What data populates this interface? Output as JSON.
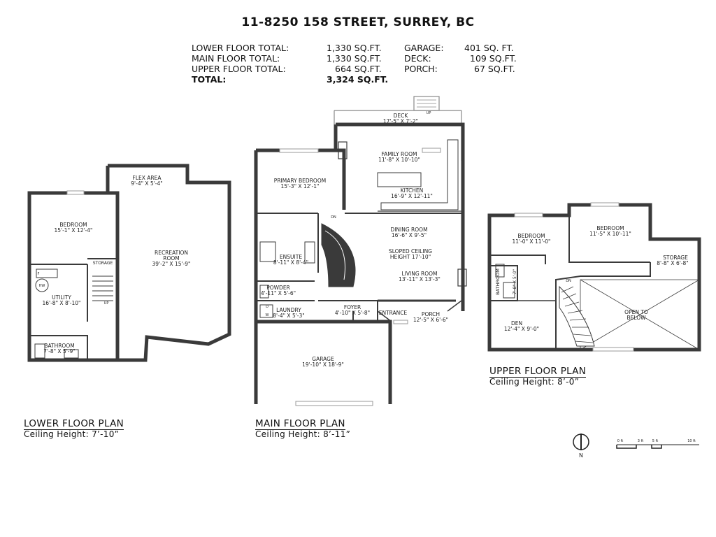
{
  "header": {
    "address": "11-8250 158 STREET, SURREY, BC"
  },
  "totals": {
    "rows": [
      {
        "label": "LOWER FLOOR TOTAL:",
        "value": "1,330 SQ.FT.",
        "label2": "GARAGE:",
        "value2": "401 SQ. FT."
      },
      {
        "label": "MAIN FLOOR TOTAL:",
        "value": "1,330 SQ.FT.",
        "label2": "DECK:",
        "value2": "109 SQ.FT."
      },
      {
        "label": "UPPER FLOOR TOTAL:",
        "value": "664 SQ.FT.",
        "label2": "PORCH:",
        "value2": "67 SQ.FT."
      },
      {
        "label": "TOTAL:",
        "value": "3,324 SQ.FT.",
        "label2": "",
        "value2": ""
      }
    ]
  },
  "lower": {
    "title": "LOWER FLOOR PLAN",
    "ceiling": "Ceiling Height: 7’-10”",
    "rooms": {
      "flex_name": "FLEX AREA",
      "flex_dim": "9'-4\" X 5'-4\"",
      "bed_name": "BEDROOM",
      "bed_dim": "15'-1\" X 12'-4\"",
      "rec_name1": "RECREATION",
      "rec_name2": "ROOM",
      "rec_dim": "39'-2\" X 15'-9\"",
      "storage": "STORAGE",
      "util_name": "UTILITY",
      "util_dim": "16'-8\" X 8'-10\"",
      "hw": "HW",
      "f": "F",
      "up": "UP",
      "bath_name": "BATHROOM",
      "bath_dim": "7'-8\" X 5'-9\""
    }
  },
  "main": {
    "title": "MAIN FLOOR PLAN",
    "ceiling": "Ceiling Height: 8’-11”",
    "rooms": {
      "deck_name": "DECK",
      "deck_dim": "17'-5\" X 7'-2\"",
      "up": "UP",
      "family_name": "FAMILY ROOM",
      "family_dim": "11'-8\" X 10'-10\"",
      "primary_name": "PRIMARY BEDROOM",
      "primary_dim": "15'-3\" X 12'-1\"",
      "kitchen_name": "KITCHEN",
      "kitchen_dim": "16'-9\" X 12'-11\"",
      "dining_name": "DINING ROOM",
      "dining_dim": "16'-6\" X 9'-5\"",
      "sloped1": "SLOPED CEILING",
      "sloped2": "HEIGHT 17'-10\"",
      "ensuite_name": "ENSUITE",
      "ensuite_dim": "8'-11\" X 8'-4\"",
      "living_name": "LIVING ROOM",
      "living_dim": "13'-11\" X 13'-3\"",
      "powder_name": "POWDER",
      "powder_dim": "4'-11\" X 5'-6\"",
      "laundry_name": "LAUNDRY",
      "laundry_dim": "8'-4\" X 5'-3\"",
      "foyer_name": "FOYER",
      "foyer_dim": "4'-10\" X 5'-8\"",
      "entrance": "ENTRANCE",
      "porch_name": "PORCH",
      "porch_dim": "12'-5\" X 6'-6\"",
      "garage_name": "GARAGE",
      "garage_dim": "19'-10\" X 18'-9\"",
      "dn": "DN",
      "d": "D",
      "w": "W"
    }
  },
  "upper": {
    "title": "UPPER FLOOR PLAN",
    "ceiling": "Ceiling Height: 8’-0”",
    "rooms": {
      "bed1_name": "BEDROOM",
      "bed1_dim": "11'-0\" X 11'-0\"",
      "bed2_name": "BEDROOM",
      "bed2_dim": "11'-5\" X 10'-11\"",
      "storage_name": "STORAGE",
      "storage_dim": "8'-8\" X 6'-8\"",
      "bath_name": "BATHROOM",
      "bath_dim": "7'-8\" X 5'-0\"",
      "den_name": "DEN",
      "den_dim": "12'-4\" X 9'-0\"",
      "open1": "OPEN TO",
      "open2": "BELOW",
      "dn": "DN"
    }
  },
  "legend": {
    "north": "N",
    "scale": [
      "0 ft",
      "3 ft",
      "5 ft",
      "10 ft"
    ]
  }
}
